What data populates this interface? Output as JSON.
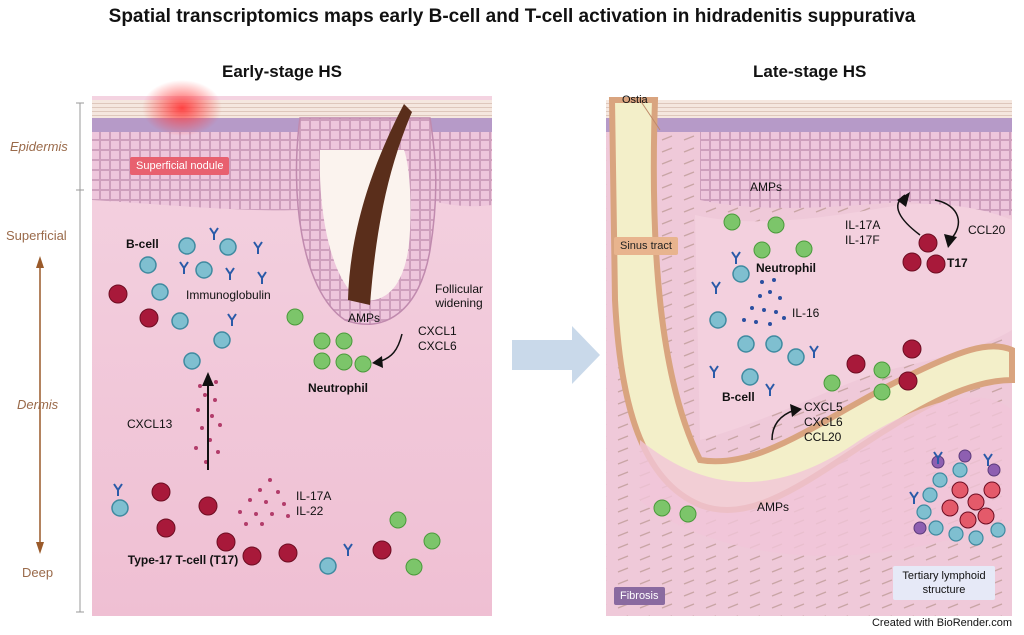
{
  "title": "Spatial transcriptomics maps early B-cell and T-cell activation in hidradenitis suppurativa",
  "early": {
    "heading": "Early-stage HS",
    "axis": {
      "epidermis": "Epidermis",
      "superficial": "Superficial",
      "dermis": "Dermis",
      "deep": "Deep"
    },
    "nodule": "Superficial nodule",
    "bcell": "B-cell",
    "immunoglobulin": "Immunoglobulin",
    "amps": "AMPs",
    "follicular": "Follicular widening",
    "cxcl1": "CXCL1",
    "cxcl6": "CXCL6",
    "neutrophil": "Neutrophil",
    "cxcl13": "CXCL13",
    "il17a": "IL-17A",
    "il22": "IL-22",
    "t17": "Type-17 T-cell (T17)"
  },
  "late": {
    "heading": "Late-stage HS",
    "ostia": "Ostia",
    "sinus": "Sinus tract",
    "amps_top": "AMPs",
    "il17a": "IL-17A",
    "il17f": "IL-17F",
    "ccl20": "CCL20",
    "t17": "T17",
    "neutrophil": "Neutrophil",
    "il16": "IL-16",
    "bcell": "B-cell",
    "cxcl5": "CXCL5",
    "cxcl6": "CXCL6",
    "ccl20b": "CCL20",
    "amps_bottom": "AMPs",
    "fibrosis": "Fibrosis",
    "tls": "Tertiary lymphoid structure"
  },
  "footer": "Created with BioRender.com",
  "colors": {
    "skin_top": "#f6e4ec",
    "dermis": "#f2c9da",
    "epidermis": "#ecc0d8",
    "bcell": "#7fbfd0",
    "tcell": "#a8193a",
    "neutrophil": "#7cc56a",
    "sinus": "#f3efc9",
    "nodule": "#e8606f"
  }
}
